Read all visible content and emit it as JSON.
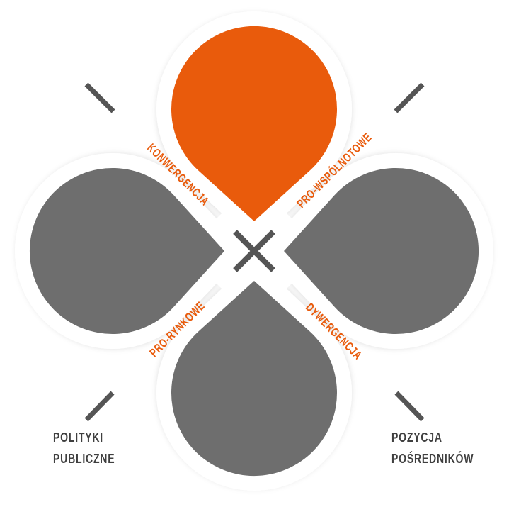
{
  "colors": {
    "accent": "#e95b0c",
    "petal": "#6e6e6e",
    "mark": "#555555",
    "text": "#3f3f3f"
  },
  "petals": [
    {
      "name": "top",
      "rotation": 0,
      "highlight": true
    },
    {
      "name": "right",
      "rotation": 90,
      "highlight": false
    },
    {
      "name": "bottom",
      "rotation": 180,
      "highlight": false
    },
    {
      "name": "left",
      "rotation": 270,
      "highlight": false
    }
  ],
  "labels": {
    "konwergencja": "KONWERGENCJA",
    "pro_wspolnotowe": "PRO-WSPÓLNOTOWE",
    "pro_rynkowe": "PRO-RYNKOWE",
    "dywergencja": "DYWERGENCJA"
  },
  "corners": {
    "bottom_left": [
      "POLITYKI",
      "PUBLICZNE"
    ],
    "bottom_right": [
      "POZYCJA",
      "POŚREDNIKÓW"
    ]
  },
  "center_icon": "x-cross-icon"
}
